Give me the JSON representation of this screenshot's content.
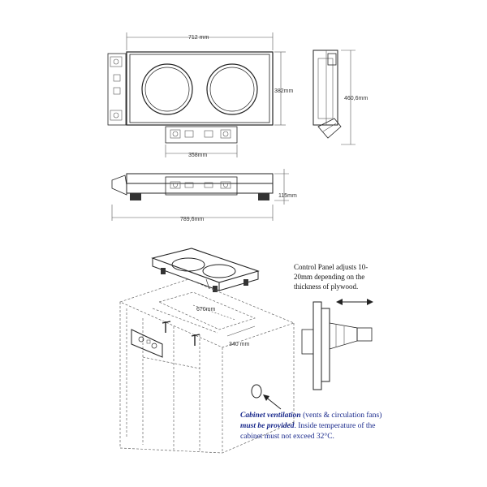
{
  "dimensions": {
    "top_width": "712 mm",
    "top_depth": "382mm",
    "control_width": "358mm",
    "side_height": "460,6mm",
    "front_height": "115mm",
    "front_width": "789,6mm",
    "cutout_width": "670mm",
    "cutout_depth": "340 mm"
  },
  "notes": {
    "control_panel": [
      "Control Panel adjusts 10-",
      "20mm depending on the",
      "thickness of plywood."
    ],
    "ventilation_line1_bold": "Cabinet ventilation",
    "ventilation_line1_rest": " (vents & circulation fans)",
    "ventilation_line2_bold": "must be provided",
    "ventilation_line2_rest": ".  Inside temperature of the",
    "ventilation_line3": "cabinet must not exceed 32°C."
  },
  "colors": {
    "line": "#222222",
    "note_blue": "#1a2a8c"
  }
}
